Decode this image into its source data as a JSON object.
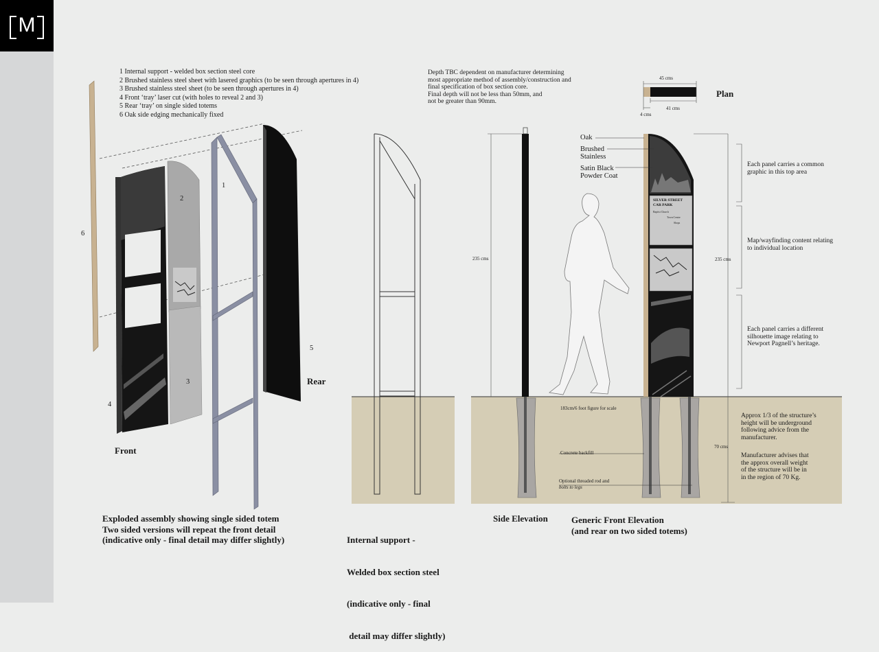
{
  "logo": {
    "letter": "M"
  },
  "exploded": {
    "list": [
      "1 Internal support - welded box section steel core",
      "2 Brushed stainless steel sheet with lasered graphics  (to be seen through apertures in 4)",
      "3 Brushed stainless steel sheet  (to be seen through apertures in 4)",
      "4 Front ‘tray’ laser cut (with holes to reveal 2 and 3)",
      "5 Rear ‘tray’ on single sided totems",
      "6 Oak side edging mechanically fixed"
    ],
    "part_numbers": {
      "n1": "1",
      "n2": "2",
      "n3": "3",
      "n4": "4",
      "n5": "5",
      "n6": "6"
    },
    "front_label": "Front",
    "rear_label": "Rear",
    "caption": [
      "Exploded assembly showing single sided totem",
      "Two sided versions will repeat the front detail",
      "(indicative only - final detail may differ slightly)"
    ]
  },
  "internal": {
    "caption": [
      "Internal support -",
      "Welded box section steel",
      "(indicative only - final",
      " detail may differ slightly)"
    ]
  },
  "depth_note": [
    "Depth TBC dependent on manufacturer determining",
    "most appropriate method of assembly/construction and",
    "final specification of box section core.",
    "Final depth will not be less than 50mm, and",
    "not be greater than 90mm."
  ],
  "plan": {
    "title": "Plan",
    "dim_45": "45 cms",
    "dim_41": "41 cms",
    "dim_4": "4 cms"
  },
  "materials": {
    "oak": "Oak",
    "brushed": [
      "Brushed",
      "Stainless"
    ],
    "satin": [
      "Satin Black",
      "Powder Coat"
    ]
  },
  "side_elevation": {
    "caption": "Side Elevation",
    "height": "235 cms",
    "figure_note": "183cm/6 foot figure for scale",
    "concrete": "Concrete backfill",
    "rod": [
      "Optional threaded rod and",
      "bolts to legs"
    ]
  },
  "front_elevation": {
    "caption": [
      "Generic Front Elevation",
      "(and rear on two sided totems)"
    ],
    "height": "235 cms",
    "underground": "70 cms",
    "sign_title": [
      "SILVER STREET",
      "CAR PARK"
    ],
    "sign_items": [
      "Baptist Church",
      "Town Centre",
      "Shops"
    ]
  },
  "notes": {
    "top": [
      "Each panel carries a common",
      "graphic in this top area"
    ],
    "map": [
      "Map/wayfinding content relating",
      "to individual location"
    ],
    "bottom": [
      "Each panel carries a different",
      "silhouette image relating to",
      "Newport Pagnell’s heritage."
    ],
    "ground": [
      "Approx 1/3 of the structure’s",
      "height will be underground",
      "following advice from the",
      "manufacturer."
    ],
    "weight": [
      "Manufacturer advises that",
      "the approx overall weight",
      "of the structure will be in",
      "in the region of 70 Kg."
    ]
  },
  "colors": {
    "oak": "#c8b291",
    "ground": "#d5cdb5",
    "steel_frame": "#8a8fa3",
    "panel_grey": "#b9b9b9",
    "black": "#111111"
  }
}
